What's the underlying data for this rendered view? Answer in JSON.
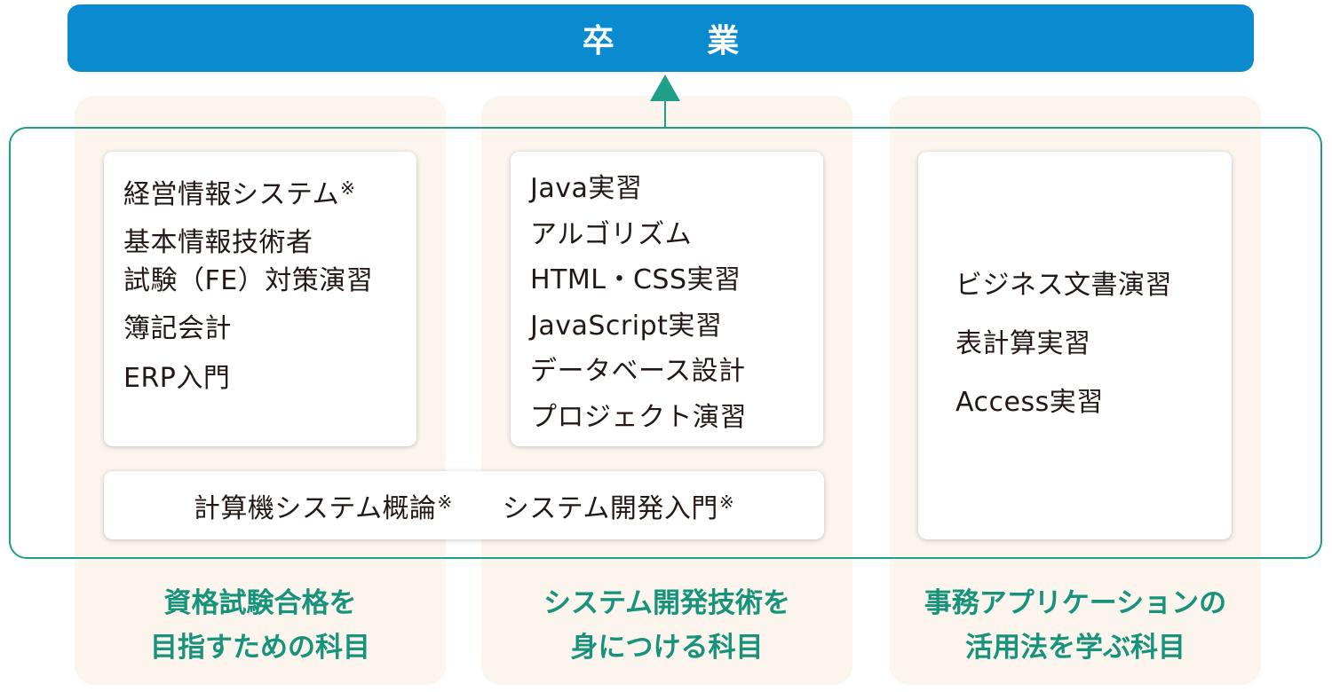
{
  "graduation": {
    "label": "卒 業"
  },
  "columns": [
    {
      "subjects": [
        {
          "text": "経営情報システム",
          "mark": "※"
        },
        {
          "text": "基本情報技術者",
          "mark": ""
        },
        {
          "text": "試験（FE）対策演習",
          "mark": ""
        },
        {
          "text": "簿記会計",
          "mark": ""
        },
        {
          "text": "ERP入門",
          "mark": ""
        }
      ],
      "caption": [
        "資格試験合格を",
        "目指すための科目"
      ]
    },
    {
      "subjects": [
        {
          "text": "Java実習",
          "mark": ""
        },
        {
          "text": "アルゴリズム",
          "mark": ""
        },
        {
          "text": "HTML・CSS実習",
          "mark": ""
        },
        {
          "text": "JavaScript実習",
          "mark": ""
        },
        {
          "text": "データベース設計",
          "mark": ""
        },
        {
          "text": "プロジェクト演習",
          "mark": ""
        }
      ],
      "caption": [
        "システム開発技術を",
        "身につける科目"
      ]
    },
    {
      "subjects": [
        {
          "text": "ビジネス文書演習",
          "mark": ""
        },
        {
          "text": "表計算実習",
          "mark": ""
        },
        {
          "text": "Access実習",
          "mark": ""
        }
      ],
      "caption": [
        "事務アプリケーションの",
        "活用法を学ぶ科目"
      ]
    }
  ],
  "shared_subjects": [
    {
      "text": "計算機システム概論",
      "mark": "※"
    },
    {
      "text": "システム開発入門",
      "mark": "※"
    }
  ],
  "colors": {
    "banner": "#0a8bcf",
    "accent_teal": "#1f9e8a",
    "column_background": "#fcf5ee"
  }
}
